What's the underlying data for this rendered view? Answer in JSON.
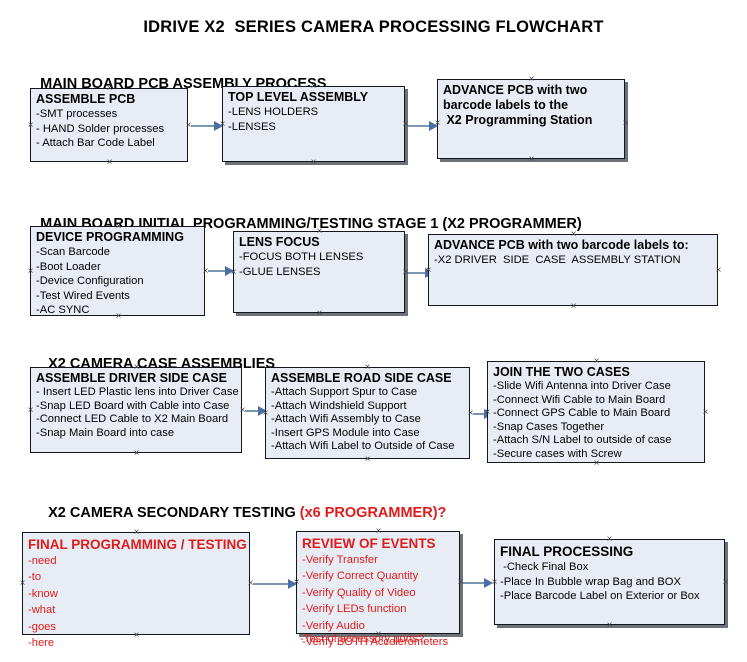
{
  "document": {
    "title": "IDRIVE X2  SERIES CAMERA PROCESSING FLOWCHART"
  },
  "sections": [
    {
      "id": "main-board-pcb-assembly-process",
      "heading": "MAIN BOARD PCB ASSEMBLY PROCESS",
      "heading_suffix": "",
      "boxes": [
        {
          "id": "assemble-pcb",
          "header": "ASSEMBLE PCB",
          "lines": [
            "-SMT processes",
            "- HAND Solder processes",
            "- Attach Bar Code Label"
          ]
        },
        {
          "id": "top-level-assembly",
          "header": "TOP LEVEL ASSEMBLY",
          "lines": [
            "-LENS HOLDERS",
            "-LENSES"
          ]
        },
        {
          "id": "advance-pcb-to-programming-station",
          "header": "ADVANCE PCB with two",
          "lines": [
            "barcode labels to the",
            " X2 Programming Station"
          ]
        }
      ]
    },
    {
      "id": "main-board-initial-programming-testing-stage-1",
      "heading": "MAIN BOARD INITIAL PROGRAMMING/TESTING STAGE 1 (X2 PROGRAMMER)",
      "heading_suffix": "",
      "boxes": [
        {
          "id": "device-programming",
          "header": "DEVICE PROGRAMMING",
          "lines": [
            "-Scan Barcode",
            "-Boot Loader",
            "-Device Configuration",
            "-Test Wired Events",
            "-AC SYNC"
          ]
        },
        {
          "id": "lens-focus",
          "header": "LENS FOCUS",
          "lines": [
            "-FOCUS BOTH LENSES",
            "-GLUE LENSES"
          ]
        },
        {
          "id": "advance-pcb-to-driver-side-case-station",
          "header": "ADVANCE PCB with two barcode labels to:",
          "lines": [
            "-X2 DRIVER  SIDE  CASE  ASSEMBLY STATION"
          ]
        }
      ]
    },
    {
      "id": "x2-camera-case-assemblies",
      "heading": "X2 CAMERA CASE ASSEMBLIES",
      "heading_suffix": "",
      "boxes": [
        {
          "id": "assemble-driver-side-case",
          "header": "ASSEMBLE DRIVER SIDE CASE",
          "lines": [
            "- Insert LED Plastic lens into Driver Case",
            "-Snap LED Board with Cable into Case",
            "-Connect LED Cable to X2 Main Board",
            "-Snap Main Board into case"
          ]
        },
        {
          "id": "assemble-road-side-case",
          "header": "ASSEMBLE ROAD SIDE CASE",
          "lines": [
            "-Attach Support Spur to Case",
            "-Attach Windshield Support",
            "-Attach Wifi Assembly to Case",
            "-Insert GPS Module into Case",
            "-Attach Wifi Label to Outside of Case"
          ]
        },
        {
          "id": "join-the-two-cases",
          "header": "JOIN THE TWO CASES",
          "lines": [
            "-Slide Wifi Antenna into Driver Case",
            "-Connect Wifi Cable to Main Board",
            "-Connect GPS Cable to Main Board",
            "-Snap Cases Together",
            "-Attach S/N Label to outside of case",
            "-Secure cases with Screw"
          ]
        }
      ]
    },
    {
      "id": "x2-camera-secondary-testing",
      "heading": "X2 CAMERA SECONDARY TESTING ",
      "heading_suffix": "(x6 PROGRAMMER)?",
      "boxes": [
        {
          "id": "final-programming-testing",
          "header": "FINAL PROGRAMMING / TESTING",
          "lines": [
            "-need",
            "-to",
            "-know",
            "-what",
            "-goes",
            "-here"
          ]
        },
        {
          "id": "review-of-events",
          "header": "REVIEW OF EVENTS",
          "lines": [
            "-Verify Transfer",
            "-Verify Correct Quantity",
            "-Verify Quality of Video",
            "-Verify LEDs function",
            "-Verify Audio",
            "-Verify BOTH Accelerometers"
          ],
          "overflow_line": "-Test of accessory ports?"
        },
        {
          "id": "final-processing",
          "header": "FINAL PROCESSING",
          "lines": [
            " -Check Final Box",
            "-Place In Bubble wrap Bag and BOX",
            "-Place Barcode Label on Exterior or Box"
          ]
        }
      ]
    }
  ],
  "colors": {
    "box_fill": "#e8edf5",
    "box_border": "#12161d",
    "box_shadow": "#6d7178",
    "connector": "#7b95b5",
    "arrow_head": "#4a6fa5",
    "text_black": "#000000",
    "text_red": "#e01b1b"
  }
}
